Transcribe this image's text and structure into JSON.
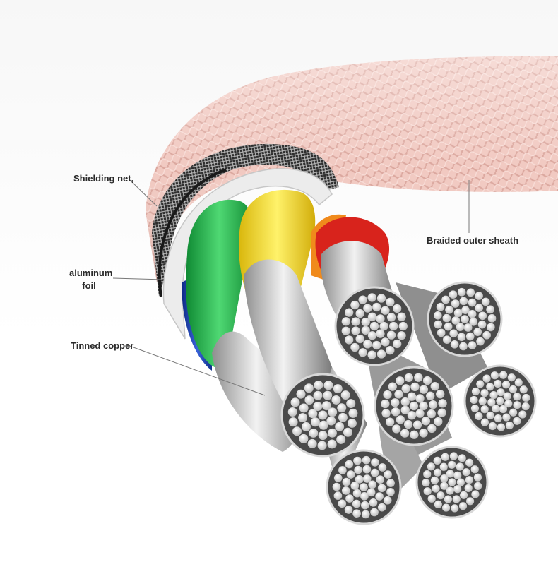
{
  "labels": {
    "shielding_net": "Shielding net,",
    "braided_outer_sheath": "Braided outer sheath",
    "aluminum": "aluminum",
    "foil": "foil",
    "tinned_copper": "Tinned copper"
  },
  "colors": {
    "sheath": "#f1c9c1",
    "shield": "#3a3a3a",
    "foil": "#e8e8e8",
    "wire_blue": "#1c3fae",
    "wire_green": "#25b34a",
    "wire_yellow": "#f3dd1e",
    "wire_orange": "#f08a1c",
    "wire_red": "#d8231c",
    "copper_strand": "#dcdcdc"
  }
}
